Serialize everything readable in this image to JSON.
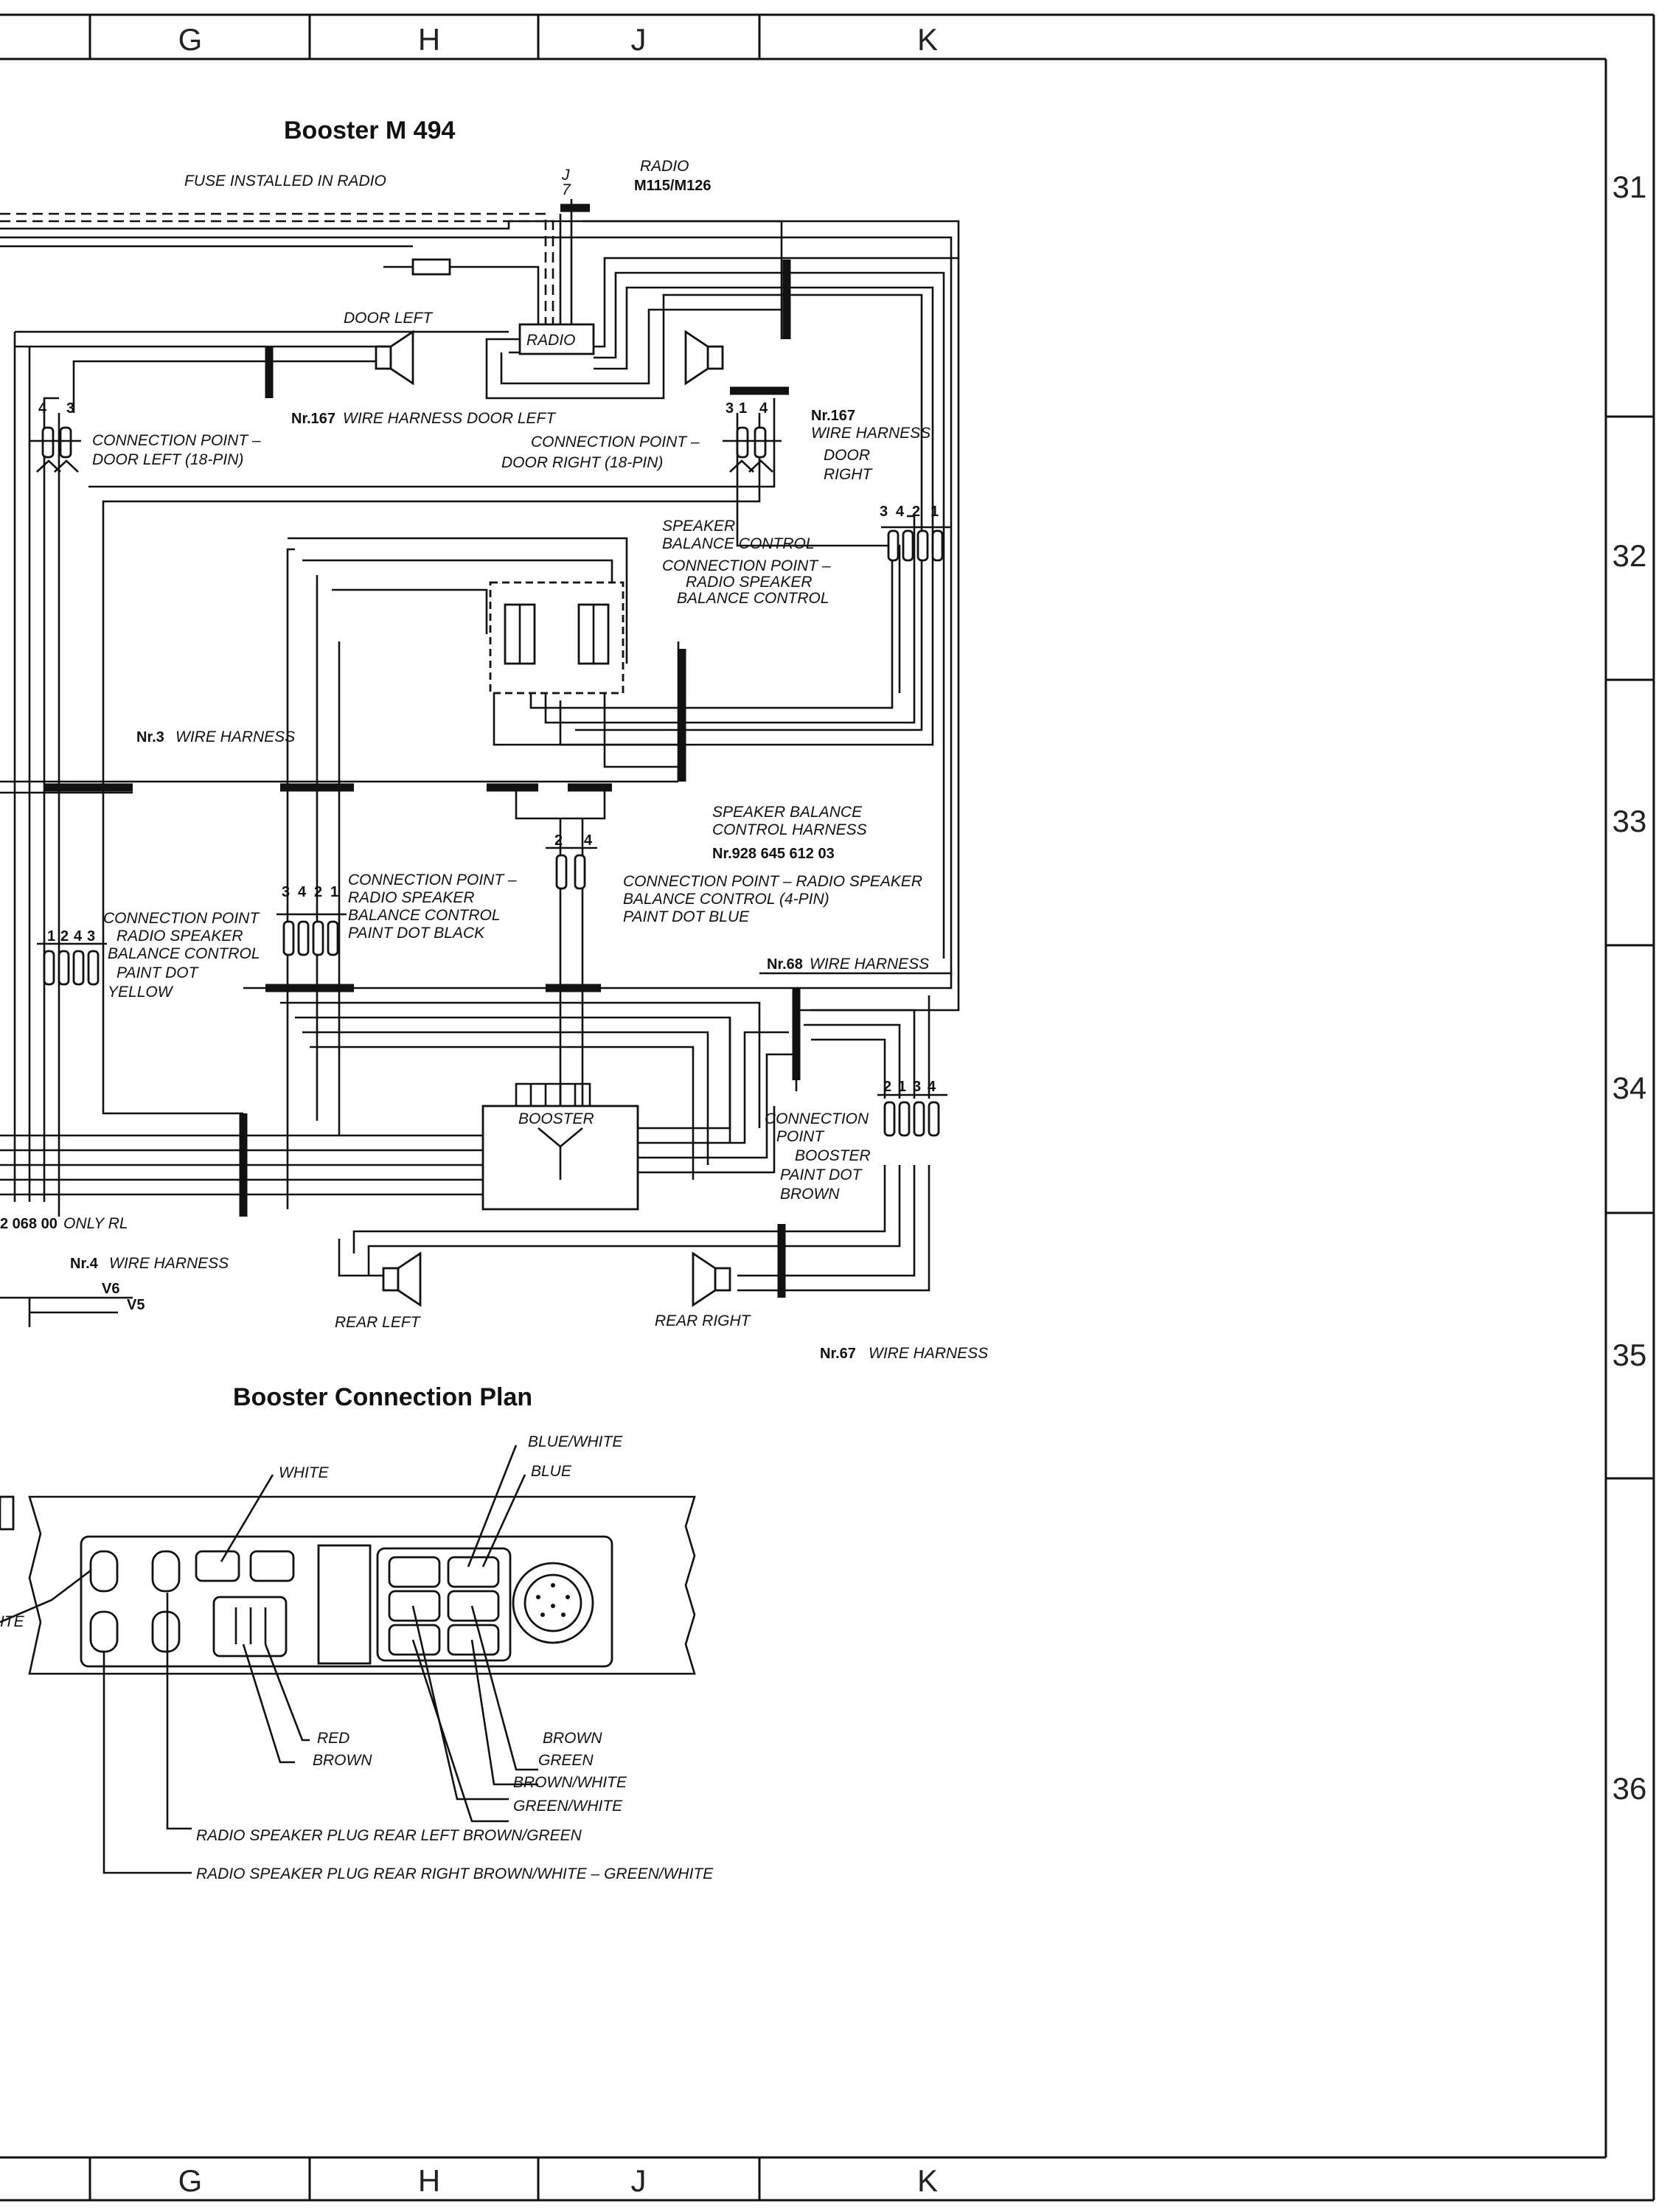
{
  "grid_columns": [
    "G",
    "H",
    "J",
    "K"
  ],
  "grid_rows": [
    "31",
    "32",
    "33",
    "34",
    "35",
    "36"
  ],
  "schematic": {
    "title": "Booster M 494",
    "fuse_label": "FUSE INSTALLED IN RADIO",
    "radio_ref_line1": "RADIO",
    "radio_ref_line2": "M115/M126",
    "fuse_pin_top": "J",
    "fuse_pin_bottom": "7",
    "radio_box": "RADIO",
    "door_left": "DOOR LEFT",
    "wire_harness_167_left_nr": "Nr.167",
    "wire_harness_167_left": "WIRE HARNESS  DOOR LEFT",
    "cp_door_left_1": "CONNECTION POINT –",
    "cp_door_left_2": "DOOR LEFT  (18-PIN)",
    "cp_door_right_1": "CONNECTION POINT –",
    "cp_door_right_2": "DOOR RIGHT  (18-PIN)",
    "wh_167_right_nr": "Nr.167",
    "wh_167_right_1": "WIRE HARNESS",
    "wh_167_right_2": "DOOR",
    "wh_167_right_3": "RIGHT",
    "speaker_balance_1": "SPEAKER",
    "speaker_balance_2": "BALANCE CONTROL",
    "cp_rsbc_1": "CONNECTION POINT –",
    "cp_rsbc_2": "RADIO SPEAKER",
    "cp_rsbc_3": "BALANCE CONTROL",
    "pins_3421": [
      "3",
      "4",
      "2",
      "1"
    ],
    "wh3_nr": "Nr.3",
    "wh3": "WIRE HARNESS",
    "sbch_1": "SPEAKER BALANCE",
    "sbch_2": "CONTROL HARNESS",
    "sbch_3": "Nr.928 645 612 03",
    "cp_black_1": "CONNECTION POINT –",
    "cp_black_2": "RADIO SPEAKER",
    "cp_black_3": "BALANCE CONTROL",
    "cp_black_4": "PAINT DOT BLACK",
    "cp_blue_1": "CONNECTION POINT – RADIO SPEAKER",
    "cp_blue_2": "BALANCE CONTROL (4-PIN)",
    "cp_blue_3": "PAINT DOT BLUE",
    "cp_yellow_1": "CONNECTION POINT",
    "cp_yellow_2": "RADIO SPEAKER",
    "cp_yellow_3": "BALANCE CONTROL",
    "cp_yellow_4": "PAINT DOT",
    "cp_yellow_5": "YELLOW",
    "wh68_nr": "Nr.68",
    "wh68": "WIRE HARNESS",
    "booster_box": "BOOSTER",
    "cp_booster_1": "CONNECTION",
    "cp_booster_2": "POINT",
    "cp_booster_3": "BOOSTER",
    "cp_booster_4": "PAINT DOT",
    "cp_booster_5": "BROWN",
    "only_rl_num": "2 068 00",
    "only_rl": "ONLY RL",
    "wh4_nr": "Nr.4",
    "wh4": "WIRE HARNESS",
    "v6": "V6",
    "v5": "V5",
    "rear_left": "REAR LEFT",
    "rear_right": "REAR RIGHT",
    "wh67_nr": "Nr.67",
    "wh67": "WIRE HARNESS",
    "pins_24": [
      "2",
      "4"
    ],
    "pins_3421b": [
      "3",
      "4",
      "2",
      "1"
    ],
    "pins_1243": [
      "1",
      "2",
      "4",
      "3"
    ],
    "pins_2134": [
      "2",
      "1",
      "3",
      "4"
    ],
    "pins_43": [
      "4",
      "3"
    ],
    "pins_314": [
      "3",
      "1",
      "4"
    ]
  },
  "connection_plan": {
    "title": "Booster Connection Plan",
    "white": "WHITE",
    "blue_white": "BLUE/WHITE",
    "blue": "BLUE",
    "ite_fragment": "ITE",
    "red": "RED",
    "brown_left": "BROWN",
    "brown": "BROWN",
    "green": "GREEN",
    "brown_white": "BROWN/WHITE",
    "green_white": "GREEN/WHITE",
    "plug_rear_left": "RADIO SPEAKER PLUG REAR LEFT BROWN/GREEN",
    "plug_rear_right": "RADIO SPEAKER PLUG REAR RIGHT BROWN/WHITE – GREEN/WHITE"
  }
}
